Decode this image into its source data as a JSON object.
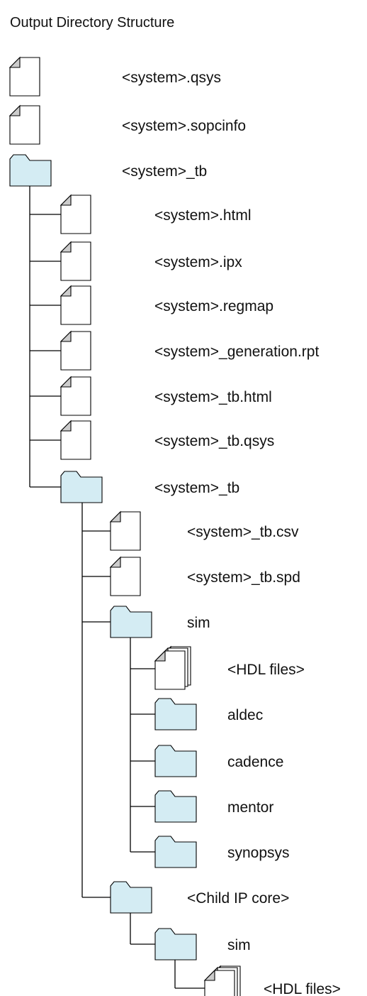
{
  "title": "Output Directory Structure",
  "nodes": [
    {
      "id": "system-qsys",
      "label": "<system>.qsys",
      "type": "file",
      "depth": 0
    },
    {
      "id": "system-sopcinfo",
      "label": "<system>.sopcinfo",
      "type": "file",
      "depth": 0
    },
    {
      "id": "system-tb-root",
      "label": "<system>_tb",
      "type": "folder",
      "depth": 0
    },
    {
      "id": "system-html",
      "label": "<system>.html",
      "type": "file",
      "depth": 1
    },
    {
      "id": "system-ipx",
      "label": "<system>.ipx",
      "type": "file",
      "depth": 1
    },
    {
      "id": "system-regmap",
      "label": "<system>.regmap",
      "type": "file",
      "depth": 1
    },
    {
      "id": "system-generation-rpt",
      "label": "<system>_generation.rpt",
      "type": "file",
      "depth": 1
    },
    {
      "id": "system-tb-html",
      "label": "<system>_tb.html",
      "type": "file",
      "depth": 1
    },
    {
      "id": "system-tb-qsys",
      "label": "<system>_tb.qsys",
      "type": "file",
      "depth": 1
    },
    {
      "id": "system-tb-sub",
      "label": "<system>_tb",
      "type": "folder",
      "depth": 1
    },
    {
      "id": "system-tb-csv",
      "label": "<system>_tb.csv",
      "type": "file",
      "depth": 2
    },
    {
      "id": "system-tb-spd",
      "label": "<system>_tb.spd",
      "type": "file",
      "depth": 2
    },
    {
      "id": "sim",
      "label": "sim",
      "type": "folder",
      "depth": 2
    },
    {
      "id": "hdl-files",
      "label": "<HDL files>",
      "type": "multifile",
      "depth": 3
    },
    {
      "id": "aldec",
      "label": "aldec",
      "type": "folder",
      "depth": 3
    },
    {
      "id": "cadence",
      "label": "cadence",
      "type": "folder",
      "depth": 3
    },
    {
      "id": "mentor",
      "label": "mentor",
      "type": "folder",
      "depth": 3
    },
    {
      "id": "synopsys",
      "label": "synopsys",
      "type": "folder",
      "depth": 3
    },
    {
      "id": "child-ip-core",
      "label": "<Child IP core>",
      "type": "folder",
      "depth": 2
    },
    {
      "id": "child-sim",
      "label": "sim",
      "type": "folder",
      "depth": 3
    },
    {
      "id": "child-hdl-files",
      "label": "<HDL files>",
      "type": "multifile",
      "depth": 4
    }
  ]
}
